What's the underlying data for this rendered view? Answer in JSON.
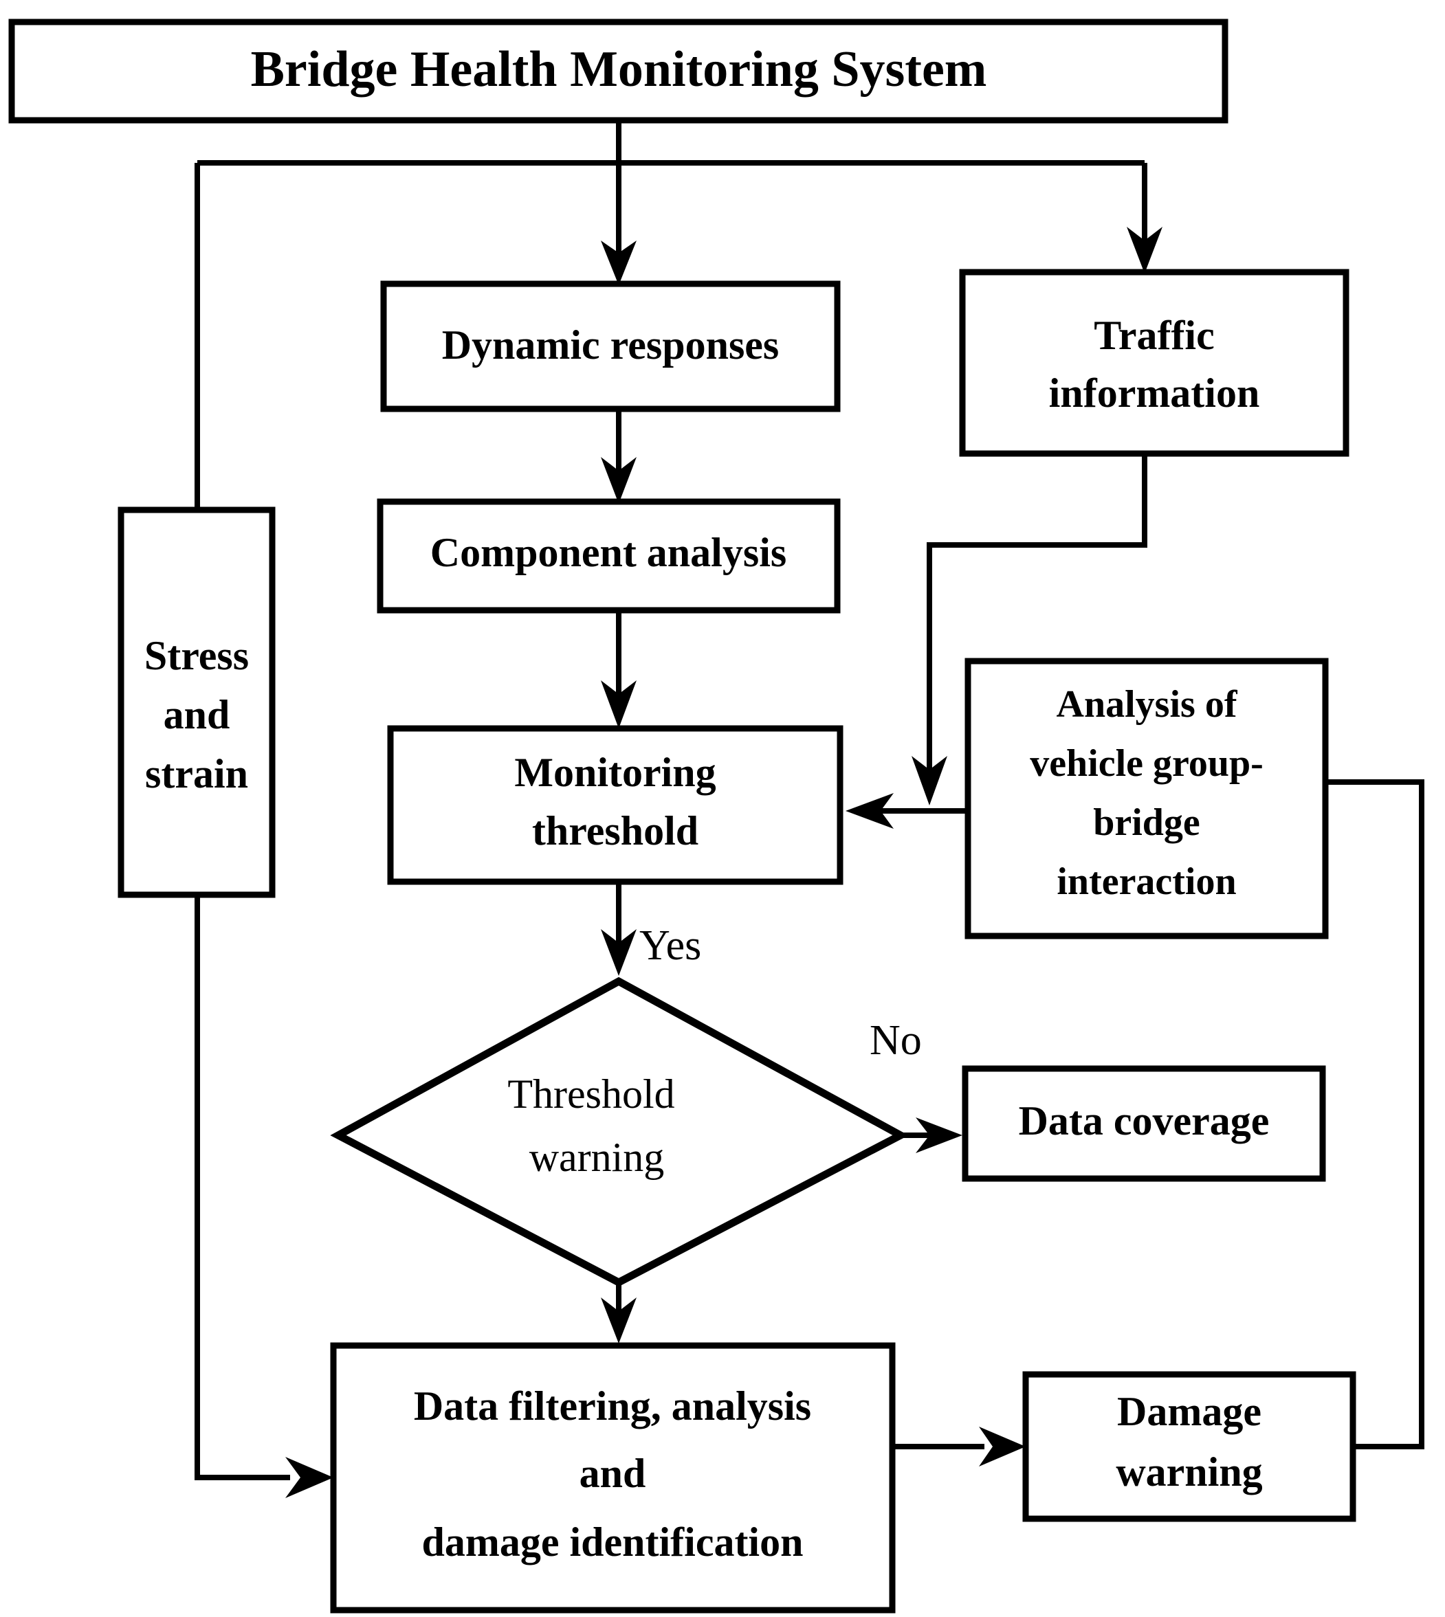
{
  "diagram": {
    "title": "Bridge Health Monitoring System",
    "type": "flowchart",
    "nodes": {
      "root": {
        "label": "Bridge Health Monitoring System",
        "shape": "rectangle"
      },
      "dynamic_responses": {
        "label": "Dynamic responses",
        "shape": "rectangle"
      },
      "traffic_information": {
        "label_line1": "Traffic",
        "label_line2": "information",
        "shape": "rectangle"
      },
      "stress_and_strain": {
        "label_line1": "Stress",
        "label_line2": "and",
        "label_line3": "strain",
        "shape": "rectangle"
      },
      "component_analysis": {
        "label": "Component analysis",
        "shape": "rectangle"
      },
      "monitoring_threshold": {
        "label_line1": "Monitoring",
        "label_line2": "threshold",
        "shape": "rectangle"
      },
      "vehicle_bridge_interaction": {
        "label_line1": "Analysis of",
        "label_line2": "vehicle group-",
        "label_line3": "bridge",
        "label_line4": "interaction",
        "shape": "rectangle"
      },
      "threshold_warning": {
        "label_line1": "Threshold",
        "label_line2": "warning",
        "shape": "diamond"
      },
      "data_coverage": {
        "label": "Data coverage",
        "shape": "rectangle"
      },
      "data_filtering": {
        "label_line1": "Data filtering, analysis",
        "label_line2": "and",
        "label_line3": "damage identification",
        "shape": "rectangle"
      },
      "damage_warning": {
        "label_line1": "Damage",
        "label_line2": "warning",
        "shape": "rectangle"
      }
    },
    "edge_labels": {
      "yes": "Yes",
      "no": "No"
    },
    "colors": {
      "stroke": "#000000",
      "fill": "#ffffff",
      "text": "#000000"
    }
  }
}
